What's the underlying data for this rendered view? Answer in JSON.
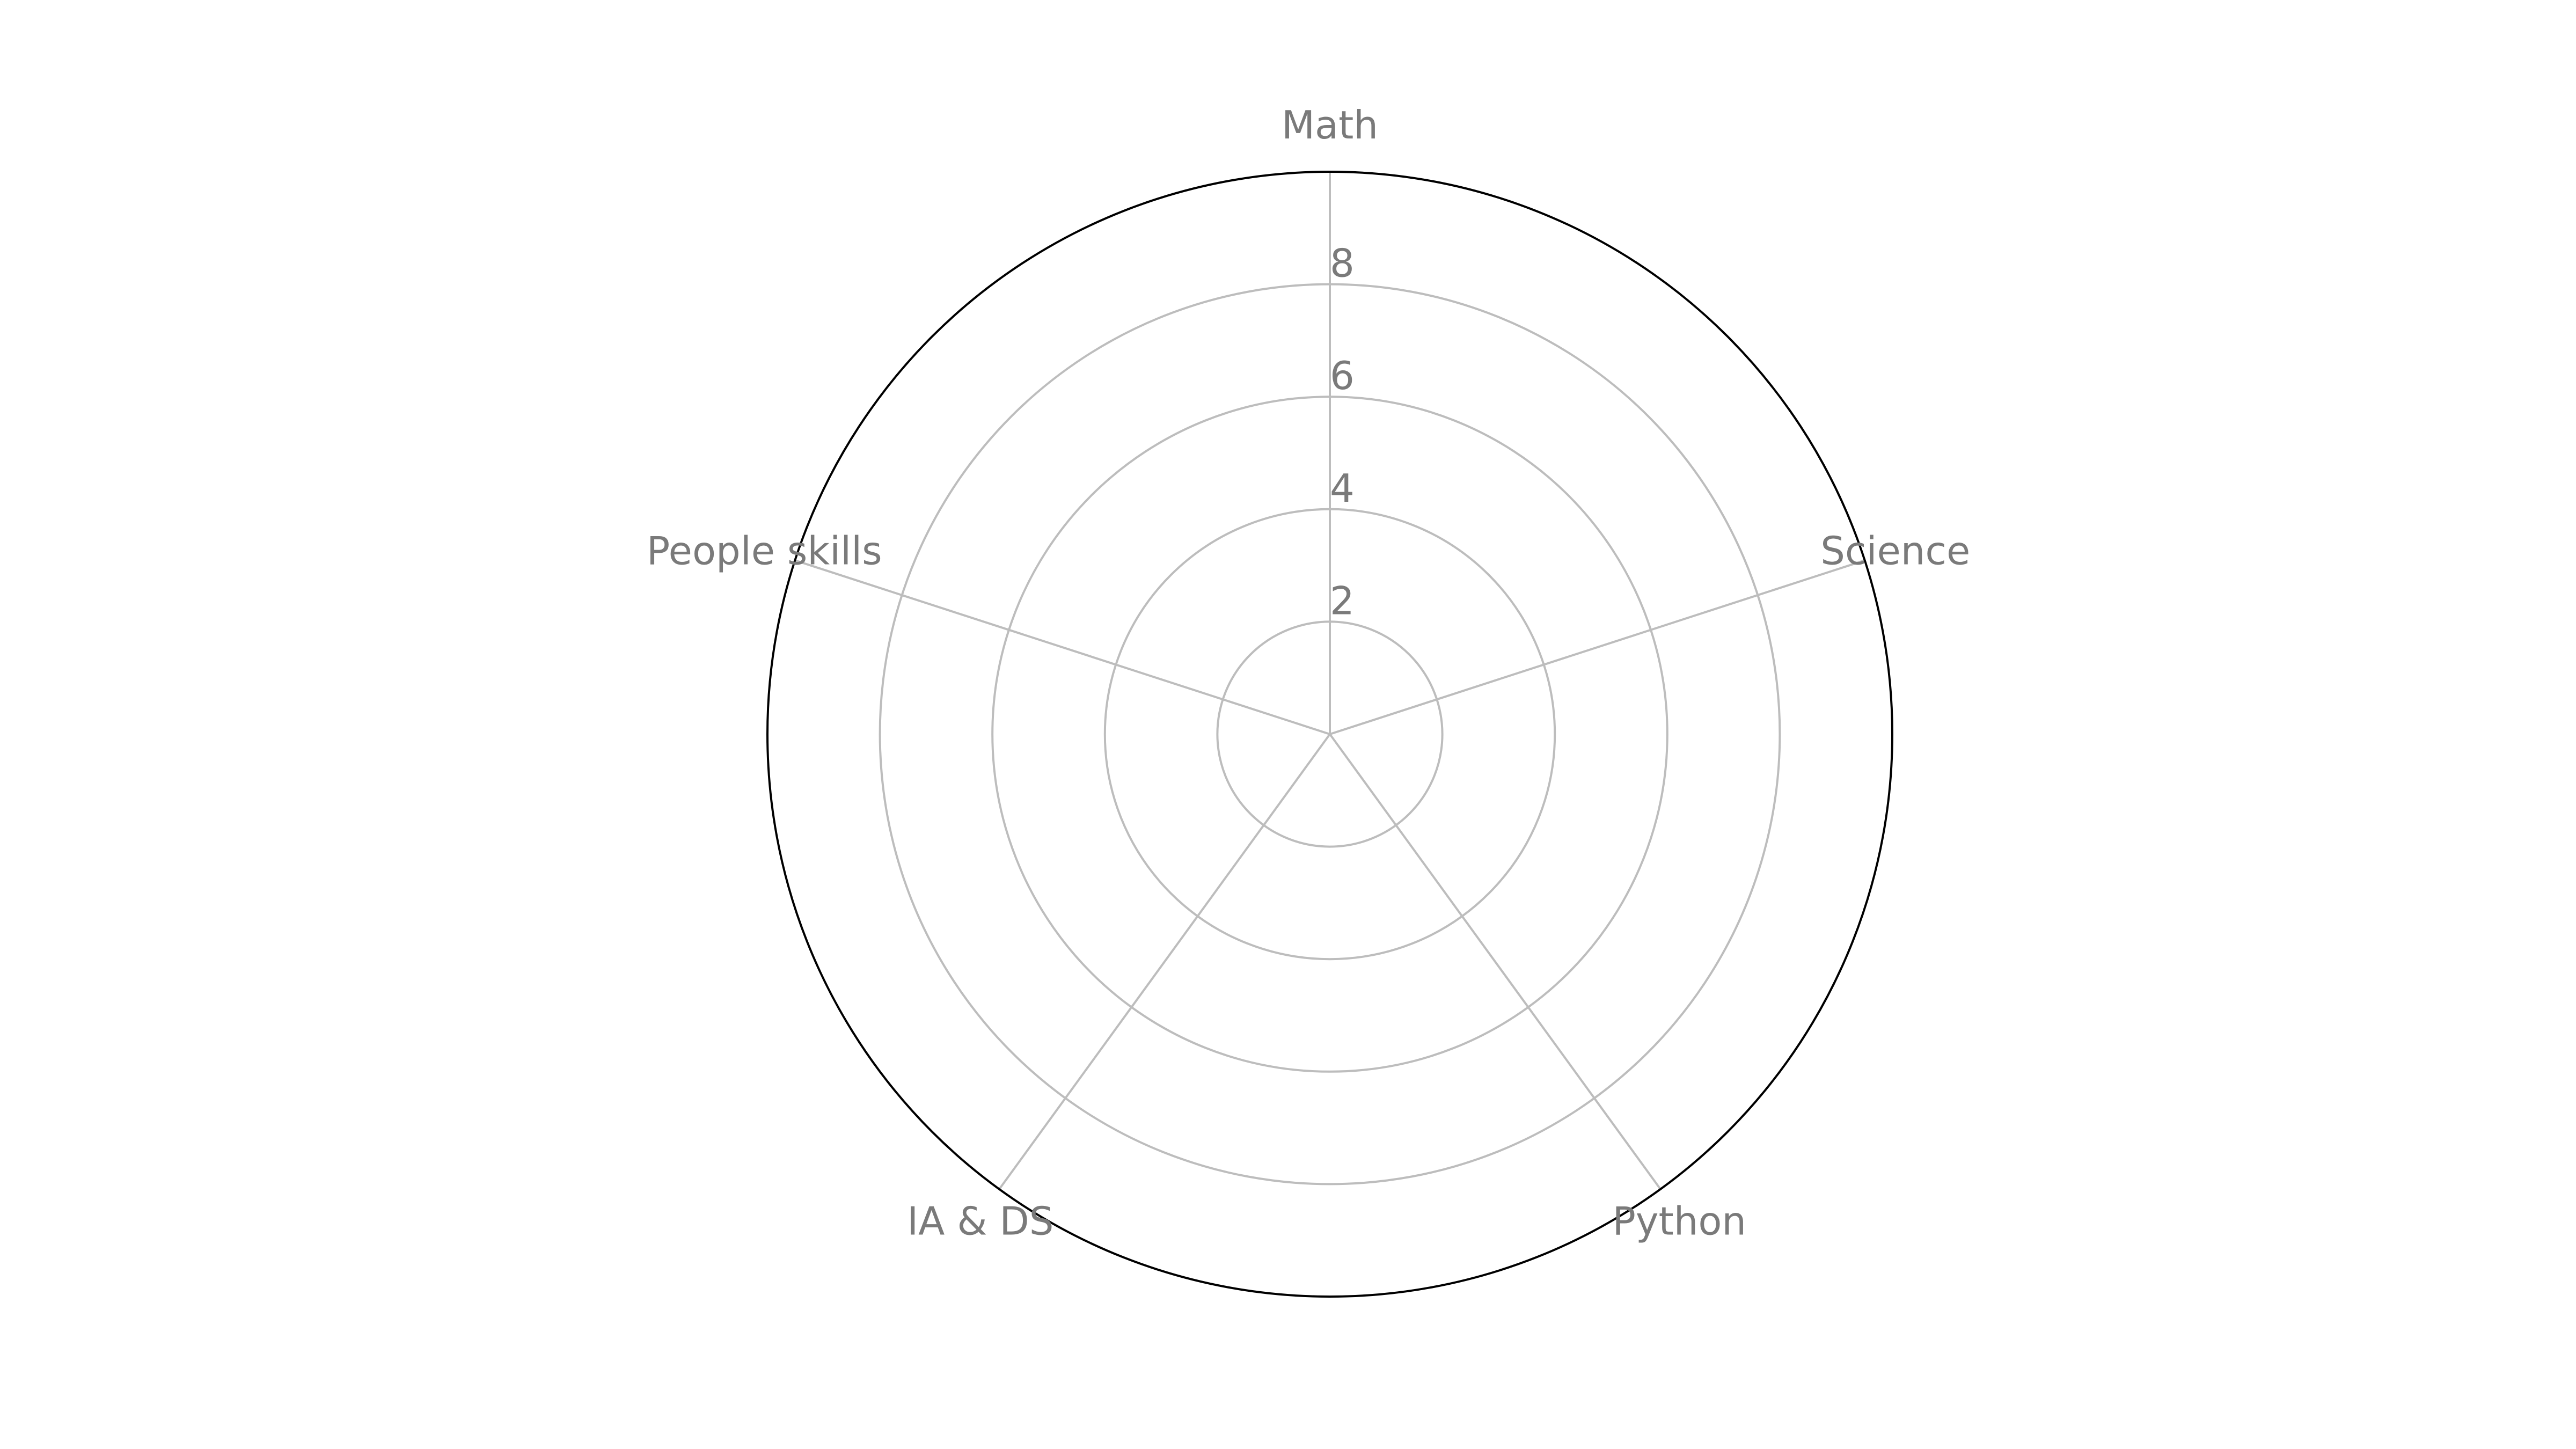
{
  "chart_data": {
    "type": "radar",
    "categories": [
      "Math",
      "Science",
      "Python",
      "IA & DS",
      "People skills"
    ],
    "radial_ticks": [
      "2",
      "4",
      "6",
      "8"
    ],
    "radial_tick_values": [
      2,
      4,
      6,
      8
    ],
    "rmax": 10,
    "series": [],
    "grid": true,
    "colors": {
      "grid": "#bdbdbd",
      "outer_ring": "#000000",
      "text": "#7a7a7a",
      "background": "#ffffff"
    }
  }
}
